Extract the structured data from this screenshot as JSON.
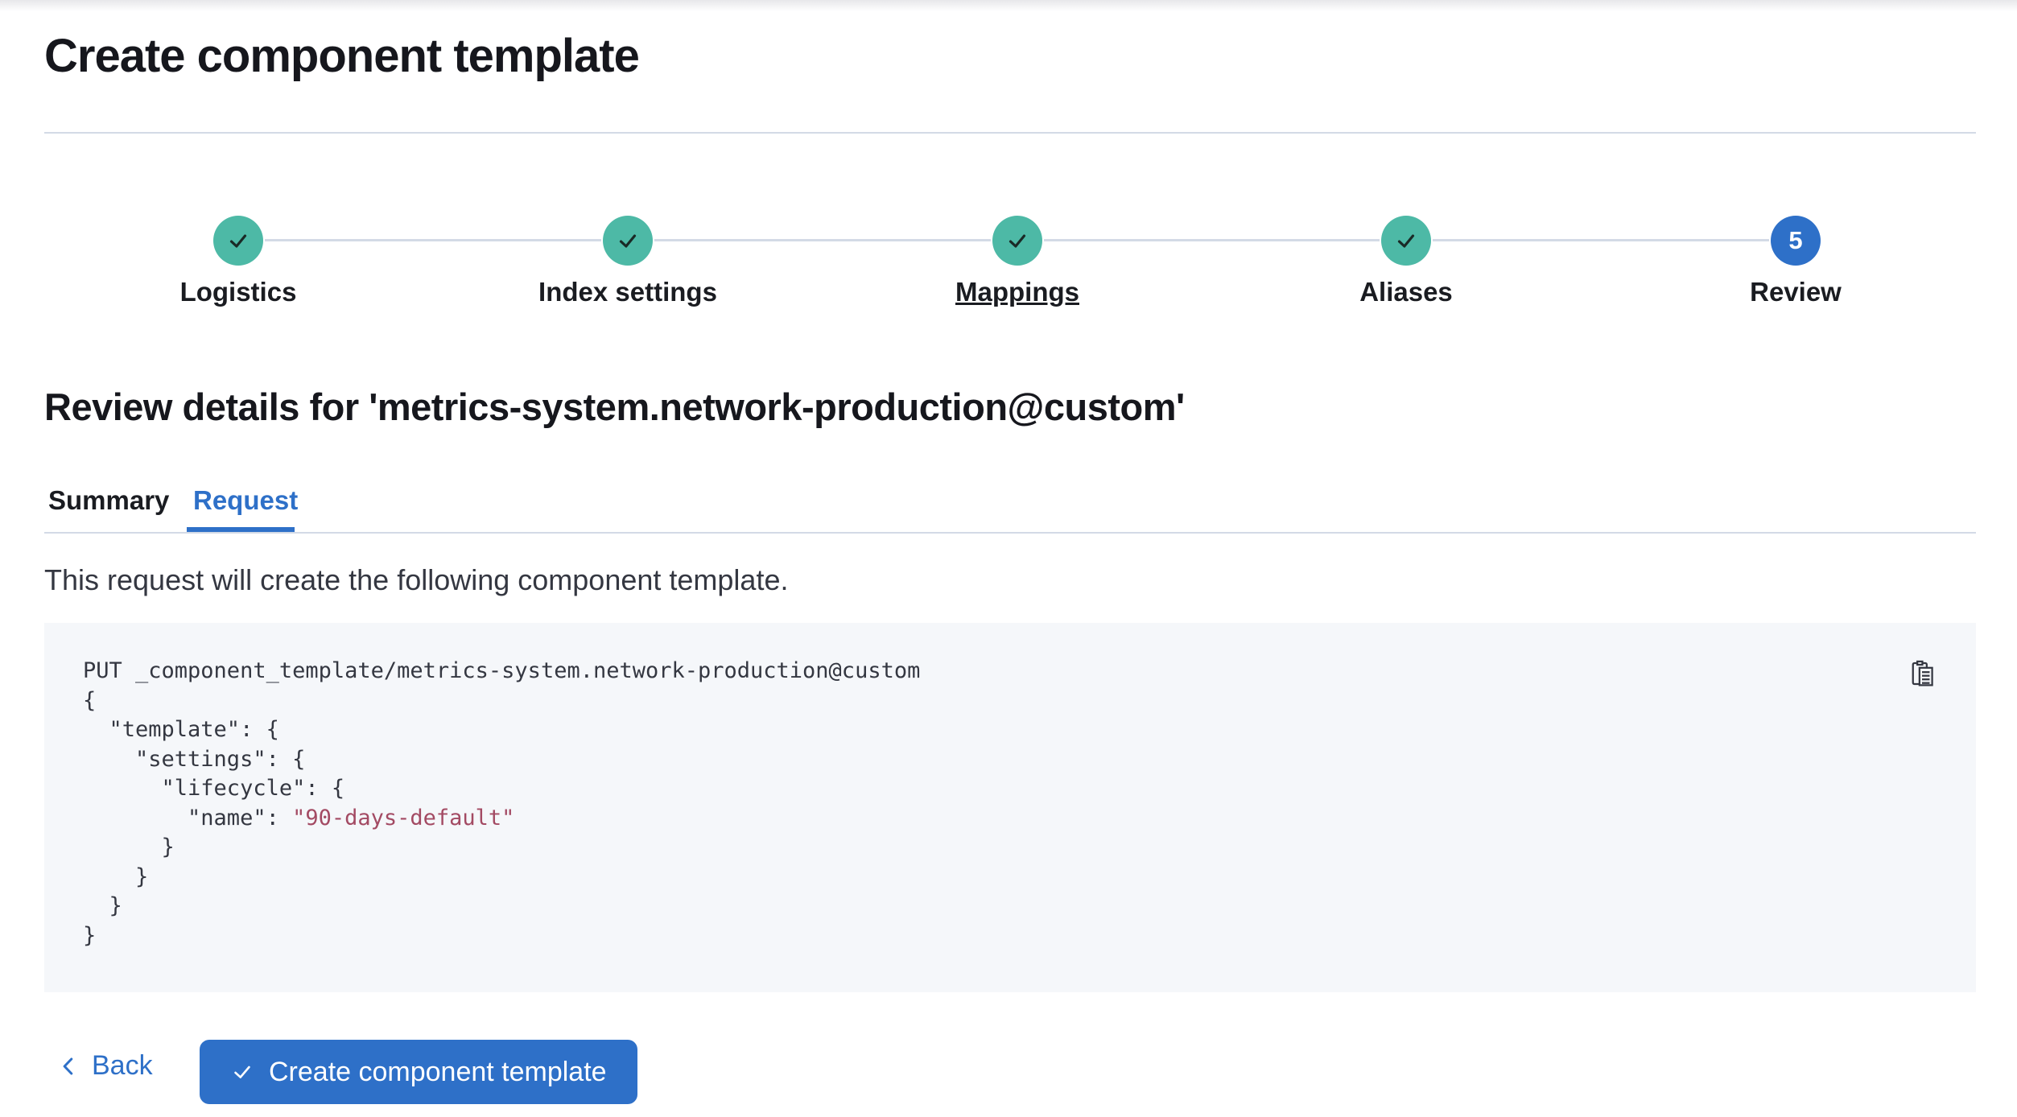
{
  "page": {
    "title": "Create component template",
    "heading": "Review details for 'metrics-system.network-production@custom'",
    "description": "This request will create the following component template."
  },
  "stepper": {
    "steps": [
      {
        "label": "Logistics",
        "status": "complete"
      },
      {
        "label": "Index settings",
        "status": "complete"
      },
      {
        "label": "Mappings",
        "status": "complete",
        "underlined": true
      },
      {
        "label": "Aliases",
        "status": "complete"
      },
      {
        "label": "Review",
        "status": "current",
        "number": "5"
      }
    ]
  },
  "tabs": [
    {
      "label": "Summary",
      "active": false
    },
    {
      "label": "Request",
      "active": true
    }
  ],
  "code": {
    "request_line": "PUT _component_template/metrics-system.network-production@custom",
    "body_lines_before_name": [
      "{",
      "  \"template\": {",
      "    \"settings\": {",
      "      \"lifecycle\": {"
    ],
    "name_prefix": "        \"name\": ",
    "name_string": "\"90-days-default\"",
    "body_lines_after_name": [
      "      }",
      "    }",
      "  }",
      "}"
    ],
    "copy_icon": "copy-clipboard-icon"
  },
  "footer": {
    "back_label": "Back",
    "create_label": "Create component template"
  },
  "colors": {
    "primary": "#2e70c8",
    "success": "#4db9a6",
    "text": "#16171d",
    "body-text": "#343741",
    "line": "#d3dae6",
    "code-bg": "#f5f7fa",
    "code-string": "#a34a63"
  }
}
